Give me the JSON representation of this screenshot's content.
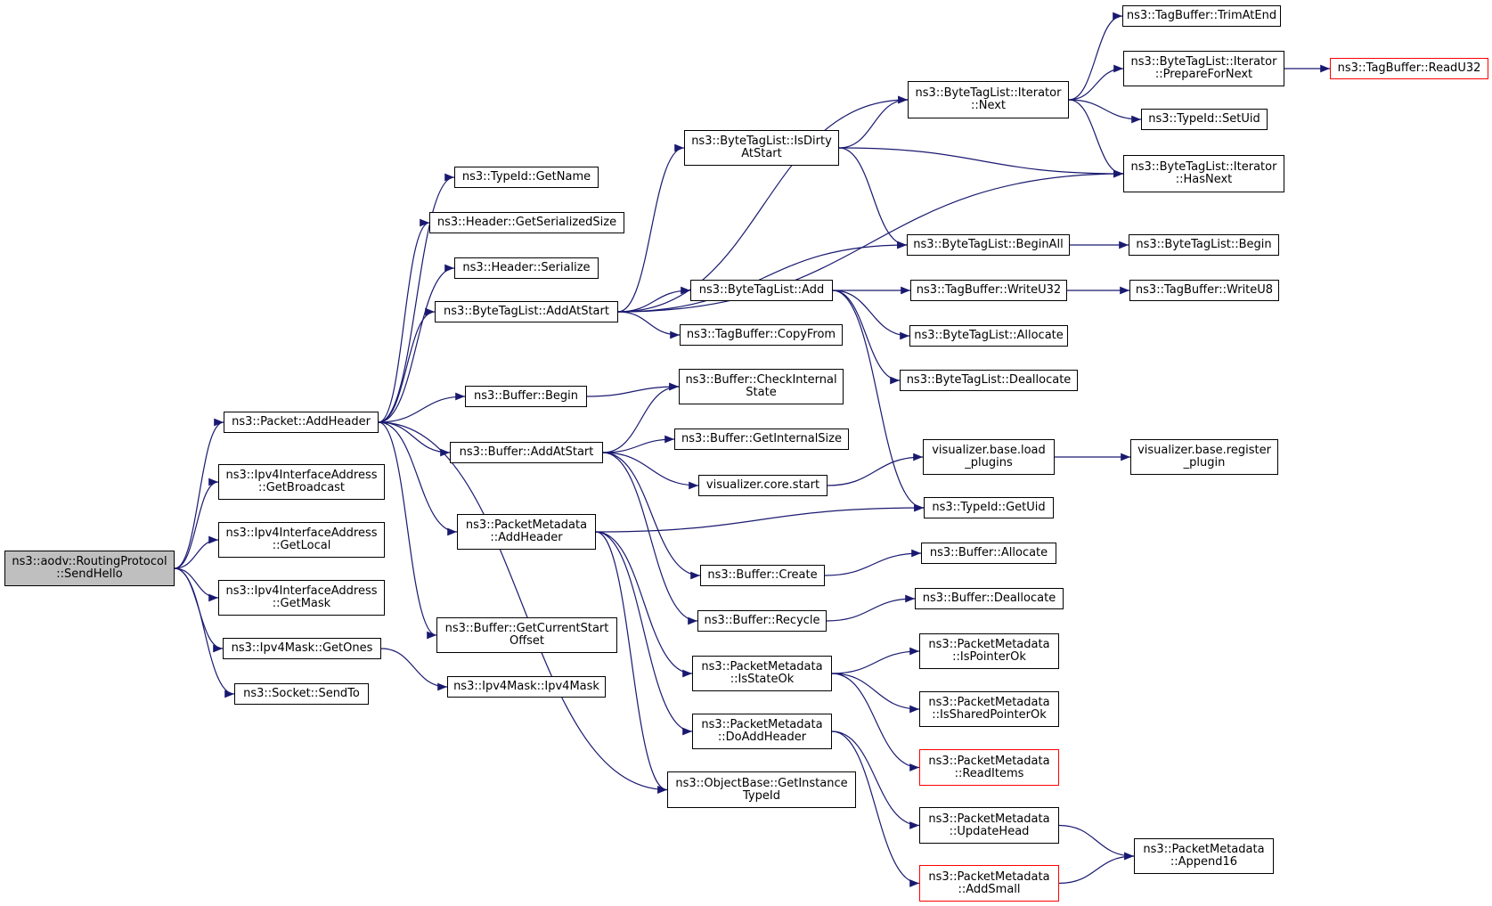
{
  "colors": {
    "edge": "#191970",
    "border": "#000000",
    "truncated_border": "#ff0000",
    "root_fill": "#bfbfbf",
    "node_fill": "#ffffff"
  },
  "nodes": {
    "send_hello": [
      "ns3::aodv::RoutingProtocol",
      "::SendHello"
    ],
    "packet_add_header": [
      "ns3::Packet::AddHeader"
    ],
    "get_broadcast": [
      "ns3::Ipv4InterfaceAddress",
      "::GetBroadcast"
    ],
    "get_local": [
      "ns3::Ipv4InterfaceAddress",
      "::GetLocal"
    ],
    "get_mask": [
      "ns3::Ipv4InterfaceAddress",
      "::GetMask"
    ],
    "get_ones": [
      "ns3::Ipv4Mask::GetOnes"
    ],
    "socket_sendto": [
      "ns3::Socket::SendTo"
    ],
    "typeid_getname": [
      "ns3::TypeId::GetName"
    ],
    "header_getserializedsize": [
      "ns3::Header::GetSerializedSize"
    ],
    "header_serialize": [
      "ns3::Header::Serialize"
    ],
    "bytetaglist_addatstart": [
      "ns3::ByteTagList::AddAtStart"
    ],
    "buffer_begin": [
      "ns3::Buffer::Begin"
    ],
    "buffer_addatstart": [
      "ns3::Buffer::AddAtStart"
    ],
    "pm_addheader": [
      "ns3::PacketMetadata",
      "::AddHeader"
    ],
    "buffer_getcurrentstartoffset": [
      "ns3::Buffer::GetCurrentStart",
      "Offset"
    ],
    "ipv4mask_ctor": [
      "ns3::Ipv4Mask::Ipv4Mask"
    ],
    "btl_isdirtyatstart": [
      "ns3::ByteTagList::IsDirty",
      "AtStart"
    ],
    "btl_add": [
      "ns3::ByteTagList::Add"
    ],
    "tagbuffer_copyfrom": [
      "ns3::TagBuffer::CopyFrom"
    ],
    "buffer_checkinternalstate": [
      "ns3::Buffer::CheckInternal",
      "State"
    ],
    "buffer_getinternalsize": [
      "ns3::Buffer::GetInternalSize"
    ],
    "viz_core_start": [
      "visualizer.core.start"
    ],
    "buffer_create": [
      "ns3::Buffer::Create"
    ],
    "buffer_recycle": [
      "ns3::Buffer::Recycle"
    ],
    "pm_isstateok": [
      "ns3::PacketMetadata",
      "::IsStateOk"
    ],
    "pm_doaddheader": [
      "ns3::PacketMetadata",
      "::DoAddHeader"
    ],
    "objectbase_getinstancetypeid": [
      "ns3::ObjectBase::GetInstance",
      "TypeId"
    ],
    "btl_iter_next": [
      "ns3::ByteTagList::Iterator",
      "::Next"
    ],
    "btl_beginall": [
      "ns3::ByteTagList::BeginAll"
    ],
    "tagbuffer_writeu32": [
      "ns3::TagBuffer::WriteU32"
    ],
    "btl_allocate": [
      "ns3::ByteTagList::Allocate"
    ],
    "btl_deallocate": [
      "ns3::ByteTagList::Deallocate"
    ],
    "viz_base_loadplugins": [
      "visualizer.base.load",
      "_plugins"
    ],
    "typeid_getuid": [
      "ns3::TypeId::GetUid"
    ],
    "buffer_allocate": [
      "ns3::Buffer::Allocate"
    ],
    "buffer_deallocate": [
      "ns3::Buffer::Deallocate"
    ],
    "pm_ispointerok": [
      "ns3::PacketMetadata",
      "::IsPointerOk"
    ],
    "pm_issharedpointerok": [
      "ns3::PacketMetadata",
      "::IsSharedPointerOk"
    ],
    "pm_readitems": [
      "ns3::PacketMetadata",
      "::ReadItems"
    ],
    "pm_updatehead": [
      "ns3::PacketMetadata",
      "::UpdateHead"
    ],
    "pm_addsmall": [
      "ns3::PacketMetadata",
      "::AddSmall"
    ],
    "tagbuffer_trimatend": [
      "ns3::TagBuffer::TrimAtEnd"
    ],
    "btl_iter_preparefornext": [
      "ns3::ByteTagList::Iterator",
      "::PrepareForNext"
    ],
    "typeid_setuid": [
      "ns3::TypeId::SetUid"
    ],
    "btl_iter_hasnext": [
      "ns3::ByteTagList::Iterator",
      "::HasNext"
    ],
    "btl_begin": [
      "ns3::ByteTagList::Begin"
    ],
    "tagbuffer_writeu8": [
      "ns3::TagBuffer::WriteU8"
    ],
    "viz_base_registerplugin": [
      "visualizer.base.register",
      "_plugin"
    ],
    "pm_append16": [
      "ns3::PacketMetadata",
      "::Append16"
    ],
    "tagbuffer_readu32": [
      "ns3::TagBuffer::ReadU32"
    ]
  },
  "edges": [
    [
      "send_hello",
      "packet_add_header"
    ],
    [
      "send_hello",
      "get_broadcast"
    ],
    [
      "send_hello",
      "get_local"
    ],
    [
      "send_hello",
      "get_mask"
    ],
    [
      "send_hello",
      "get_ones"
    ],
    [
      "send_hello",
      "socket_sendto"
    ],
    [
      "packet_add_header",
      "typeid_getname"
    ],
    [
      "packet_add_header",
      "header_getserializedsize"
    ],
    [
      "packet_add_header",
      "header_serialize"
    ],
    [
      "packet_add_header",
      "bytetaglist_addatstart"
    ],
    [
      "packet_add_header",
      "buffer_begin"
    ],
    [
      "packet_add_header",
      "buffer_addatstart"
    ],
    [
      "packet_add_header",
      "pm_addheader"
    ],
    [
      "packet_add_header",
      "buffer_getcurrentstartoffset"
    ],
    [
      "packet_add_header",
      "objectbase_getinstancetypeid"
    ],
    [
      "get_ones",
      "ipv4mask_ctor"
    ],
    [
      "bytetaglist_addatstart",
      "btl_isdirtyatstart"
    ],
    [
      "bytetaglist_addatstart",
      "btl_add"
    ],
    [
      "bytetaglist_addatstart",
      "tagbuffer_copyfrom"
    ],
    [
      "bytetaglist_addatstart",
      "btl_iter_next"
    ],
    [
      "bytetaglist_addatstart",
      "btl_beginall"
    ],
    [
      "bytetaglist_addatstart",
      "btl_iter_hasnext"
    ],
    [
      "buffer_begin",
      "buffer_checkinternalstate"
    ],
    [
      "buffer_addatstart",
      "buffer_checkinternalstate"
    ],
    [
      "buffer_addatstart",
      "buffer_getinternalsize"
    ],
    [
      "buffer_addatstart",
      "viz_core_start"
    ],
    [
      "buffer_addatstart",
      "buffer_create"
    ],
    [
      "buffer_addatstart",
      "buffer_recycle"
    ],
    [
      "pm_addheader",
      "typeid_getuid"
    ],
    [
      "pm_addheader",
      "pm_isstateok"
    ],
    [
      "pm_addheader",
      "pm_doaddheader"
    ],
    [
      "pm_addheader",
      "objectbase_getinstancetypeid"
    ],
    [
      "btl_isdirtyatstart",
      "btl_iter_next"
    ],
    [
      "btl_isdirtyatstart",
      "btl_beginall"
    ],
    [
      "btl_isdirtyatstart",
      "btl_iter_hasnext"
    ],
    [
      "btl_add",
      "tagbuffer_writeu32"
    ],
    [
      "btl_add",
      "btl_allocate"
    ],
    [
      "btl_add",
      "btl_deallocate"
    ],
    [
      "btl_add",
      "typeid_getuid"
    ],
    [
      "viz_core_start",
      "viz_base_loadplugins"
    ],
    [
      "buffer_create",
      "buffer_allocate"
    ],
    [
      "buffer_recycle",
      "buffer_deallocate"
    ],
    [
      "pm_isstateok",
      "pm_ispointerok"
    ],
    [
      "pm_isstateok",
      "pm_issharedpointerok"
    ],
    [
      "pm_isstateok",
      "pm_readitems"
    ],
    [
      "pm_doaddheader",
      "pm_updatehead"
    ],
    [
      "pm_doaddheader",
      "pm_addsmall"
    ],
    [
      "btl_iter_next",
      "tagbuffer_trimatend"
    ],
    [
      "btl_iter_next",
      "btl_iter_preparefornext"
    ],
    [
      "btl_iter_next",
      "typeid_setuid"
    ],
    [
      "btl_iter_next",
      "btl_iter_hasnext"
    ],
    [
      "btl_beginall",
      "btl_begin"
    ],
    [
      "tagbuffer_writeu32",
      "tagbuffer_writeu8"
    ],
    [
      "viz_base_loadplugins",
      "viz_base_registerplugin"
    ],
    [
      "pm_updatehead",
      "pm_append16"
    ],
    [
      "pm_addsmall",
      "pm_append16"
    ],
    [
      "btl_iter_preparefornext",
      "tagbuffer_readu32"
    ]
  ]
}
